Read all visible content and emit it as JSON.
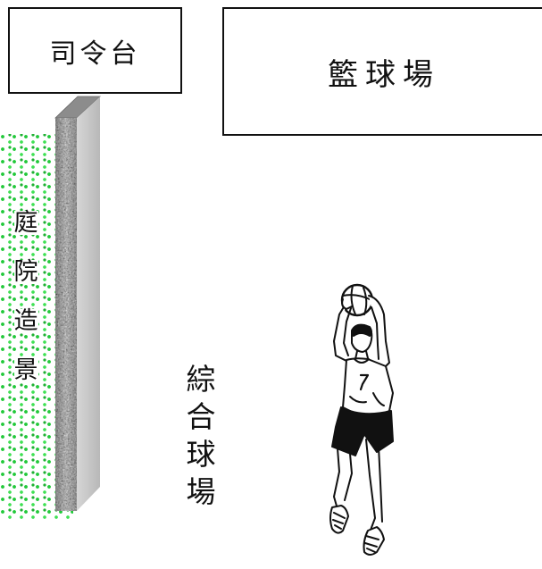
{
  "labels": {
    "stage": "司令台",
    "basketball_court": "籃球場",
    "garden": [
      "庭",
      "院",
      "造",
      "景"
    ],
    "sports_field": [
      "綜",
      "合",
      "球",
      "場"
    ]
  },
  "colors": {
    "garden_dots": "#2ecc40",
    "wall_front": "#9b9b9b",
    "wall_side": "#c8c8c8",
    "outline": "#111111"
  },
  "icons": {
    "player": "basketball-player-icon",
    "ball": "basketball-icon",
    "wall": "wall-pillar-icon"
  }
}
